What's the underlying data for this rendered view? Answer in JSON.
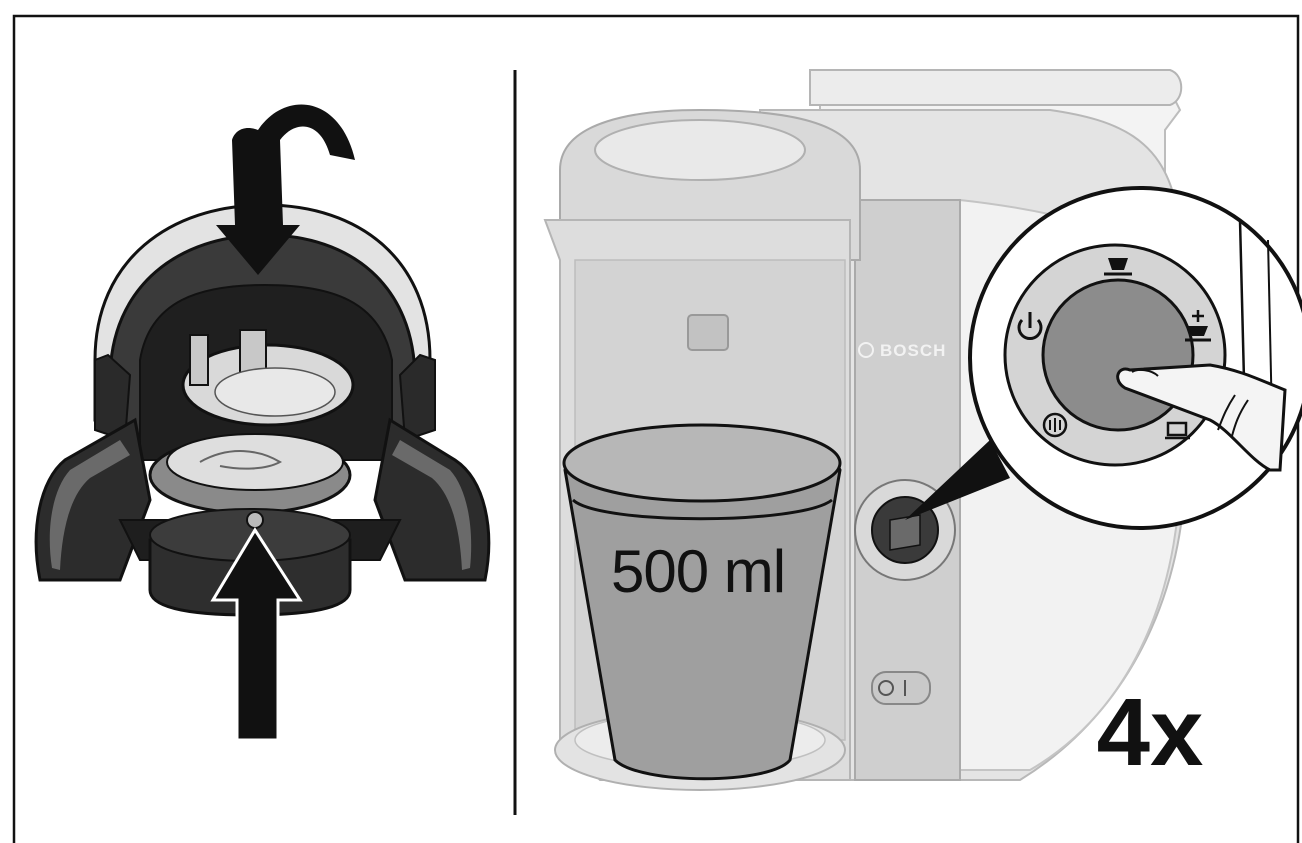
{
  "panels": {
    "left": {
      "name": "brewing-unit-cleaning-step"
    },
    "right": {
      "name": "cleaning-cycle-step"
    }
  },
  "labels": {
    "volume": "500 ml",
    "repeat_count": "4x",
    "brand": "BOSCH"
  },
  "icons": [
    "rotate-arrow-icon",
    "down-arrow-icon",
    "up-arrow-icon",
    "power-icon",
    "cup-size-icon",
    "strength-plus-icon",
    "steam-icon",
    "descale-icon",
    "finger-press-icon"
  ],
  "colors": {
    "line": "#111111",
    "machine_light": "#e6e6e6",
    "machine_mid": "#bdbdbd",
    "brew_dark": "#2a2a2a"
  }
}
